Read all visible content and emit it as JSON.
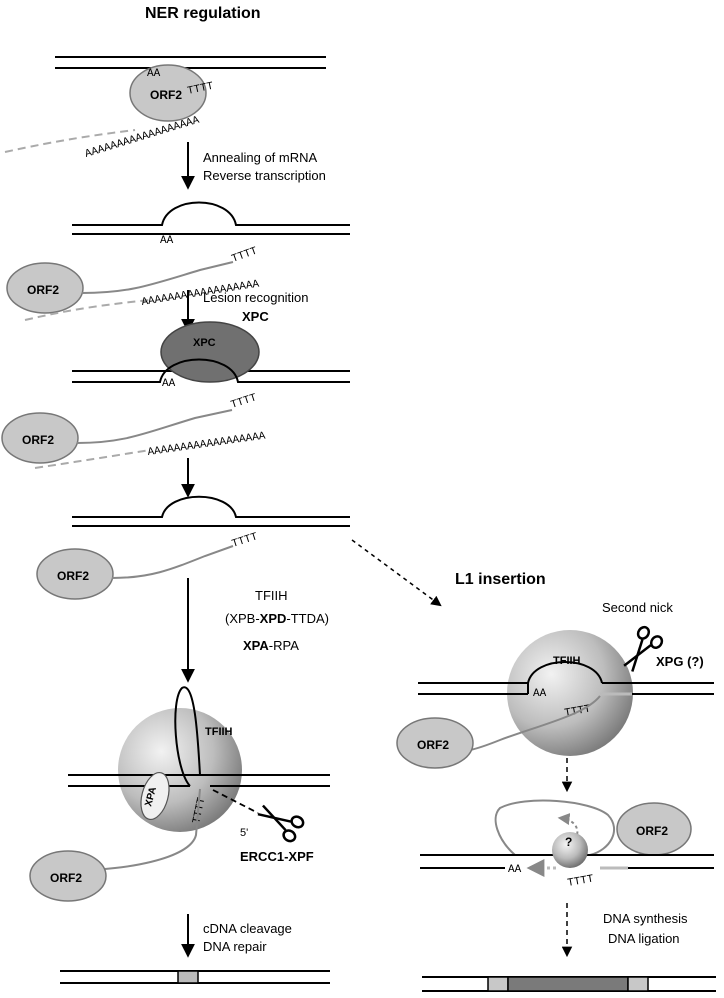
{
  "titles": {
    "ner": "NER regulation",
    "l1": "L1 insertion"
  },
  "labels": {
    "orf2": "ORF2",
    "aa": "AA",
    "tttt": "TTTT",
    "poly_a": "AAAAAAAAAAAAAAAAAA",
    "xpc_protein": "XPC",
    "tfiih": "TFIIH",
    "xpa": "XPA",
    "question": "?",
    "five_prime": "5'"
  },
  "steps": {
    "s1_line1": "Annealing of mRNA",
    "s1_line2": "Reverse transcription",
    "s2_line1": "Lesion recognition",
    "s2_line2": "XPC",
    "s3_tfiih": "TFIIH",
    "s3_paren_open": "(XPB-",
    "s3_xpd": "XPD",
    "s3_paren_close": "-TTDA)",
    "s3_xpa": "XPA",
    "s3_rpa": "-RPA",
    "ercc1": "ERCC1-XPF",
    "s4_line1": "cDNA cleavage",
    "s4_line2": "DNA repair",
    "second_nick": "Second nick",
    "xpg": "XPG (?)",
    "dna_synthesis": "DNA synthesis",
    "dna_ligation": "DNA ligation"
  },
  "colors": {
    "orf2_fill": "#c8c8c8",
    "xpc_fill": "#707070",
    "mrna_gray": "#9a9a9a",
    "line_gray": "#888888",
    "insert_dark": "#7a7a7a",
    "insert_light": "#c8c8c8"
  }
}
